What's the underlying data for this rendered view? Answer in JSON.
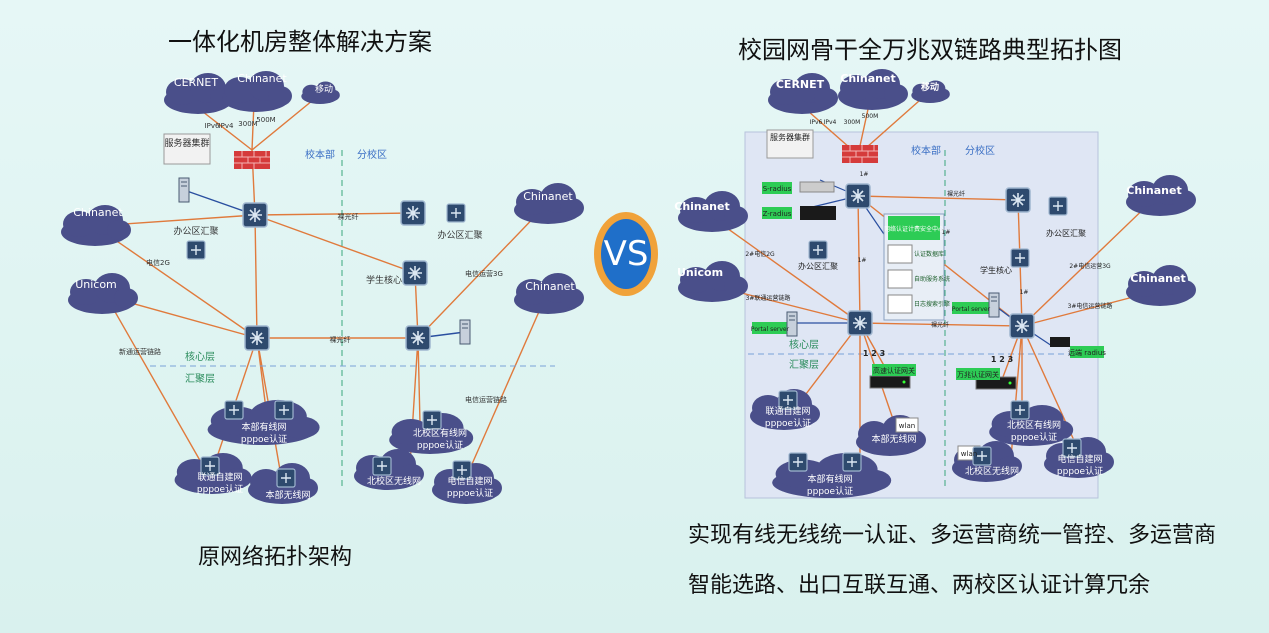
{
  "left": {
    "title": "一体化机房整体解决方案",
    "caption": "原网络拓扑架构",
    "labels": {
      "cernet": "CERNET",
      "chinanet_top": "Chinanet",
      "mobile": "移动",
      "server_cluster": "服务器集群",
      "campus_main": "校本部",
      "campus_branch": "分校区",
      "office_agg": "办公区汇聚",
      "office_agg2": "办公区汇聚",
      "student_core": "学生核心",
      "core_layer": "核心层",
      "agg_layer": "汇聚层",
      "chinanet_left": "Chinanet",
      "unicom_left": "Unicom",
      "chinanet_right1": "Chinanet",
      "chinanet_right2": "Chinanet",
      "wired_main": "本部有线网",
      "wired_main_auth": "pppoe认证",
      "unicom_self": "联通自建网",
      "unicom_self_auth": "pppoe认证",
      "wireless_main": "本部无线网",
      "north_wired": "北校区有线网",
      "north_wired_auth": "pppoe认证",
      "north_wireless": "北校区无线网",
      "telecom_self": "电信自建网",
      "telecom_self_auth": "pppoe认证",
      "link_ipv6": "IPv6",
      "link_ipv4": "IPv4",
      "link_300m": "300M",
      "link_500m": "500M",
      "link_fiber": "裸光纤",
      "link_fiber2": "裸光纤",
      "link_2g": "电信2G",
      "link_unicom": "新通运营链路",
      "link_3g": "电信运营3G",
      "link_telecom": "电信运营链路"
    }
  },
  "vs": "VS",
  "right": {
    "title": "校园网骨干全万兆双链路典型拓扑图",
    "caption_line1": "实现有线无线统一认证、多运营商统一管控、多运营商",
    "caption_line2": "智能选路、出口互联互通、两校区认证计算冗余",
    "labels": {
      "cernet": "CERNET",
      "chinanet_top": "Chinanet",
      "mobile": "移动",
      "server_cluster": "服务器集群",
      "campus_main": "校本部",
      "campus_branch": "分校区",
      "sec_center": "网络认证计费安全中心",
      "auth_db": "认证数据库",
      "self_service": "自助服务系统",
      "log_audit": "日志搜索引擎",
      "office_agg": "办公区汇聚",
      "office_agg2": "办公区汇聚",
      "student_core": "学生核心",
      "core_layer": "核心层",
      "agg_layer": "汇聚层",
      "chinanet_left": "Chinanet",
      "unicom_left": "Unicom",
      "chinanet_right1": "Chinanet",
      "chinanet_right2": "Chinanet",
      "portal_left": "Portal server",
      "portal_right": "Portal server",
      "radius_a": "S-radius",
      "radius_b": "Z-radius",
      "radius_c": "远端 radius",
      "gw_main": "高速认证网关",
      "gw_branch": "万兆认证网关",
      "wlan_main": "wlan",
      "wlan_branch": "wlan",
      "unicom_self": "联通自建网",
      "unicom_self_auth": "pppoe认证",
      "wired_main": "本部有线网",
      "wired_main_auth": "pppoe认证",
      "wireless_main": "本部无线网",
      "north_wired": "北校区有线网",
      "north_wired_auth": "pppoe认证",
      "north_wireless": "北校区无线网",
      "telecom_self": "电信自建网",
      "telecom_self_auth": "pppoe认证",
      "link_ipv6": "IPv6",
      "link_ipv4": "IPv4",
      "link_300m": "300M",
      "link_500m": "500M",
      "link_fiber": "裸光纤",
      "link_fiber2": "裸光纤",
      "link_2g": "2#电信2G",
      "link_unicom": "3#联通运营链路",
      "link_3g": "2#电信运营3G",
      "link_telecom": "3#电信运营链路",
      "n1a": "1#",
      "n1b": "1#",
      "n1c": "1#",
      "n1d": "1#",
      "n123a": "1 2 3",
      "n123b": "1 2 3"
    }
  },
  "colors": {
    "cloud": "#4a4f8a",
    "link": "#e07a3c",
    "link_blue": "#2a4fa0",
    "dashed": "#3aa77d",
    "firewall": "#d53b3b",
    "panel": "#dfe6f4",
    "green_box": "#2dcc55",
    "vs_fill": "#1f6fc9",
    "vs_ring": "#f0a23a"
  }
}
